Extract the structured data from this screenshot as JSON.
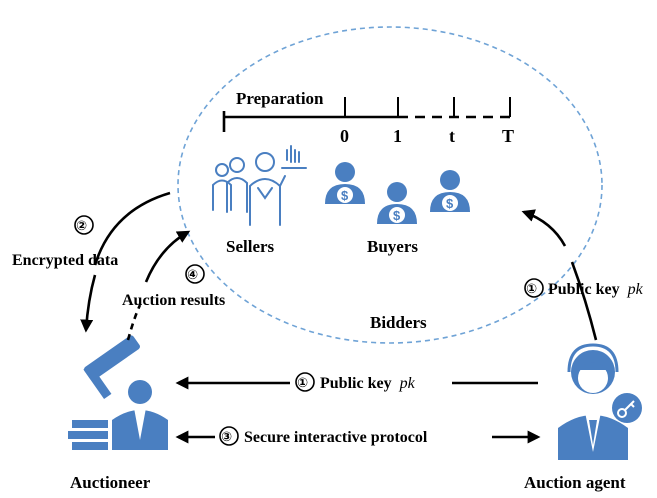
{
  "group": {
    "label": "Bidders",
    "sellers_label": "Sellers",
    "buyers_label": "Buyers"
  },
  "timeline": {
    "phase_label": "Preparation",
    "ticks": [
      "0",
      "1",
      "t",
      "T"
    ]
  },
  "steps": {
    "encrypted": {
      "number": "②",
      "label": "Encrypted data"
    },
    "results": {
      "number": "④",
      "label": "Auction results"
    },
    "pk_to_bidders": {
      "number": "①",
      "label": "Public key",
      "var": "pk"
    },
    "pk_to_auctioneer": {
      "number": "①",
      "label": "Public key",
      "var": "pk"
    },
    "protocol": {
      "number": "③",
      "label": "Secure interactive protocol"
    }
  },
  "actors": {
    "auctioneer": "Auctioneer",
    "agent": "Auction agent"
  },
  "colors": {
    "icon_blue": "#4a7fc1",
    "ellipse_border": "#6fa3d6",
    "arrow": "#000000"
  },
  "icons": [
    "sellers-icon",
    "buyer-dollar-icon",
    "auctioneer-gavel-icon",
    "auction-agent-icon",
    "key-icon"
  ]
}
